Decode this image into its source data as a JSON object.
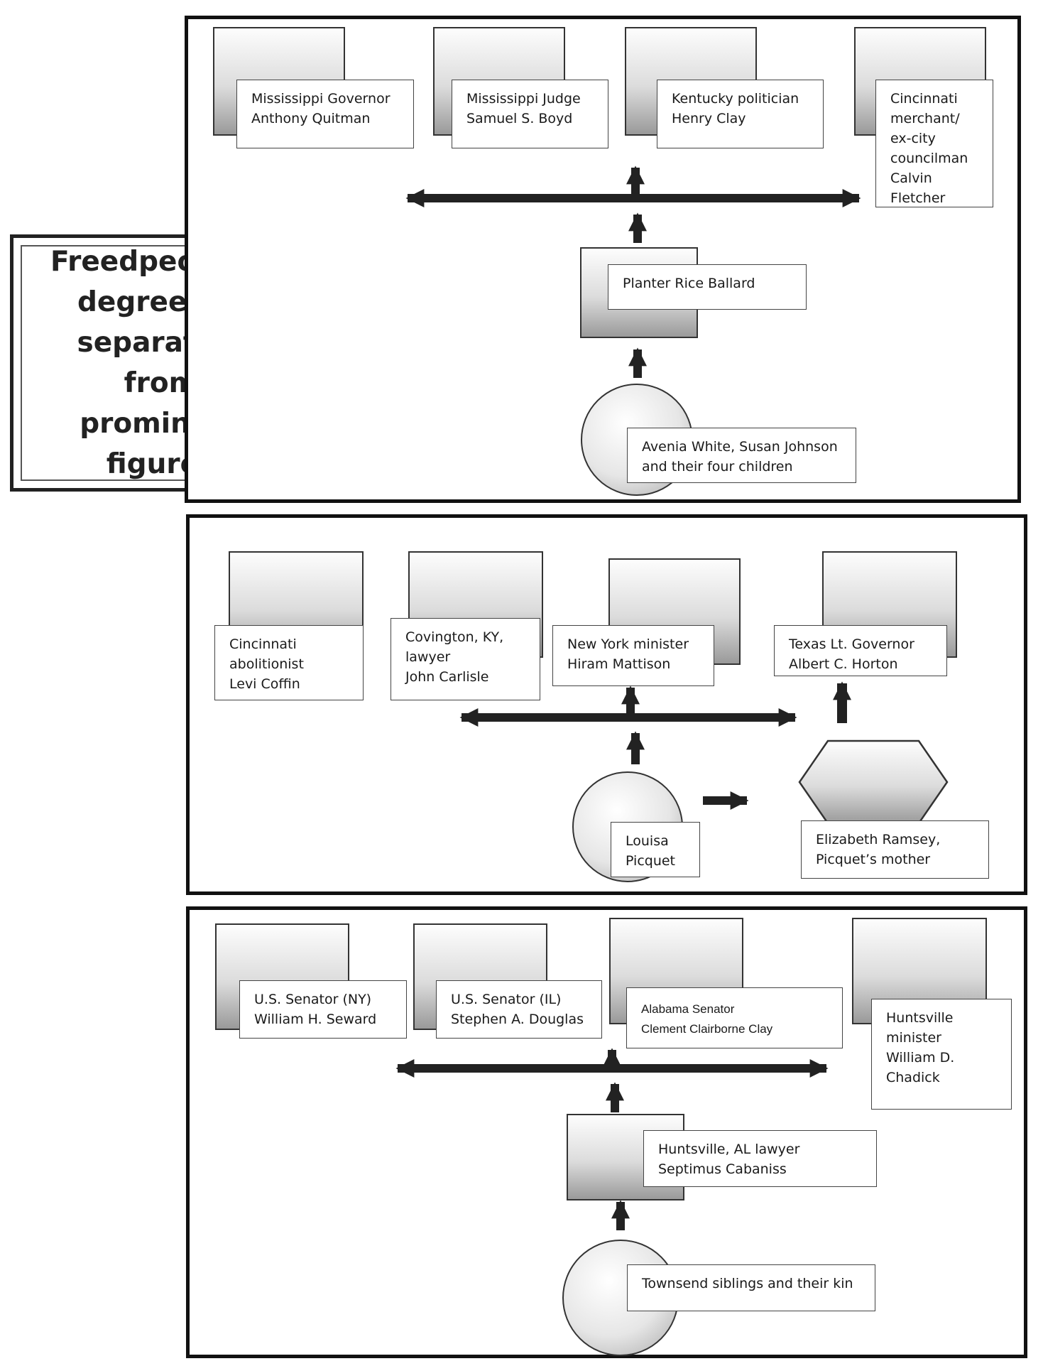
{
  "title": "Freedpeople’s degrees of separation from prominent figures",
  "panels": [
    {
      "nodes": {
        "quitman": "Mississippi Governor\nAnthony Quitman",
        "boyd": "Mississippi Judge\nSamuel S. Boyd",
        "clay": "Kentucky politician\nHenry Clay",
        "fletcher": "Cincinnati\nmerchant/\nex-city\ncouncilman\nCalvin Fletcher",
        "ballard": "Planter Rice Ballard",
        "white_johnson": "Avenia White, Susan Johnson\nand their four children"
      }
    },
    {
      "nodes": {
        "coffin": "Cincinnati\nabolitionist\n Levi Coffin",
        "carlisle": "Covington, KY,\nlawyer\nJohn Carlisle",
        "mattison": "New York minister\nHiram Mattison",
        "horton": "Texas Lt. Governor\nAlbert C. Horton",
        "picquet": "Louisa\nPicquet",
        "ramsey": "Elizabeth Ramsey,\nPicquet’s mother"
      }
    },
    {
      "nodes": {
        "seward": "U.S. Senator (NY)\nWilliam H. Seward",
        "douglas": "U.S. Senator (IL)\nStephen A. Douglas",
        "cc_clay": "Alabama Senator\nClement Clairborne Clay",
        "chadick": "Huntsville\nminister\nWilliam D.\nChadick",
        "cabaniss": "Huntsville, AL lawyer\nSeptimus Cabaniss",
        "townsend": "Townsend siblings and their kin"
      }
    }
  ]
}
